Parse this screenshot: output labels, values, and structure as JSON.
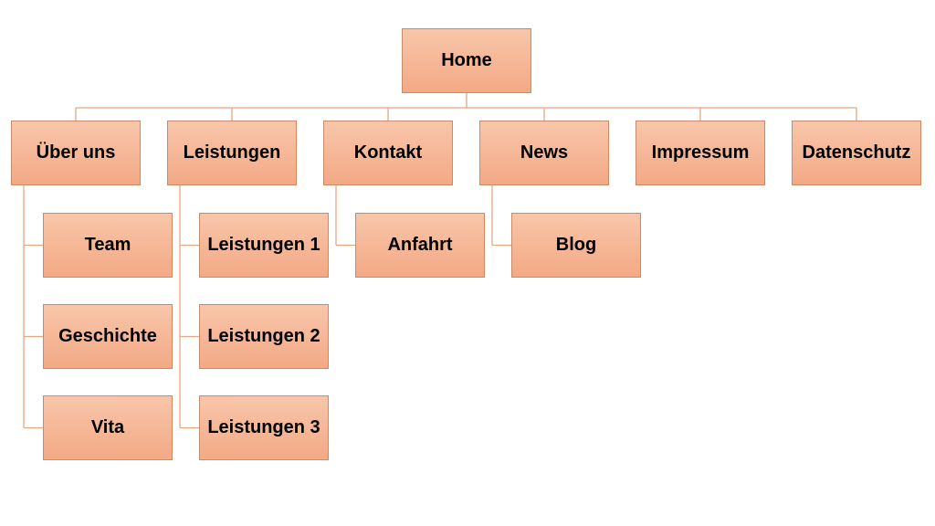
{
  "sitemap": {
    "root": {
      "label": "Home"
    },
    "sections": [
      {
        "label": "Über uns",
        "children": [
          {
            "label": "Team"
          },
          {
            "label": "Geschichte"
          },
          {
            "label": "Vita"
          }
        ]
      },
      {
        "label": "Leistungen",
        "children": [
          {
            "label": "Leistungen 1"
          },
          {
            "label": "Leistungen 2"
          },
          {
            "label": "Leistungen 3"
          }
        ]
      },
      {
        "label": "Kontakt",
        "children": [
          {
            "label": "Anfahrt"
          }
        ]
      },
      {
        "label": "News",
        "children": [
          {
            "label": "Blog"
          }
        ]
      },
      {
        "label": "Impressum",
        "children": []
      },
      {
        "label": "Datenschutz",
        "children": []
      }
    ]
  },
  "colors": {
    "box_fill_top": "#f8c6aa",
    "box_fill_bottom": "#f3a985",
    "box_border": "#c98a68",
    "connector": "#e5a884",
    "text": "#000000"
  }
}
